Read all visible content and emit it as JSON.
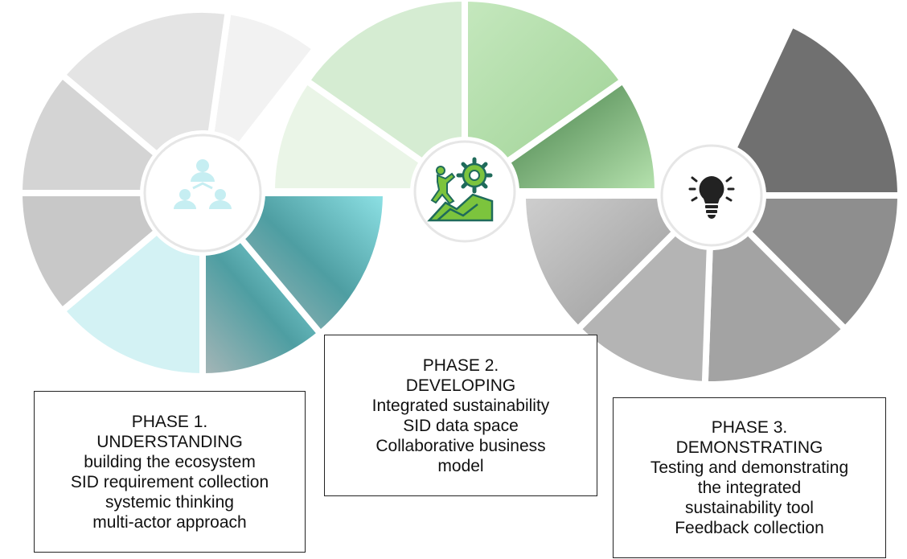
{
  "phases": [
    {
      "title": "PHASE 1.",
      "name": "UNDERSTANDING",
      "items": [
        "building the ecosystem",
        "SID requirement collection",
        "systemic thinking",
        "multi-actor approach"
      ],
      "icon": "people-network-icon",
      "colors": [
        "#f1f1f1",
        "#e3e3e3",
        "#d3d3d3",
        "#c9c9c9",
        "#d2f1f3",
        "#8aa8ab",
        "#2f8f94",
        "#84dfe3"
      ]
    },
    {
      "title": "PHASE 2.",
      "name": "DEVELOPING",
      "items": [
        "Integrated sustainability",
        "SID data space",
        "Collaborative business",
        "model"
      ],
      "icon": "climber-gear-icon",
      "colors": [
        "#eaf5e7",
        "#d5ecd2",
        "#b9dfb4",
        "#a8d6a1",
        "#4f8a52",
        "#a9daa0"
      ]
    },
    {
      "title": "PHASE 3.",
      "name": "DEMONSTRATING",
      "items": [
        "Testing and demonstrating",
        "the integrated",
        "sustainability tool",
        "Feedback collection"
      ],
      "icon": "lightbulb-icon",
      "colors": [
        "#707070",
        "#8e8e8e",
        "#a3a3a3",
        "#b4b4b4",
        "#c6c6c6",
        "#e3e3e3"
      ]
    }
  ]
}
